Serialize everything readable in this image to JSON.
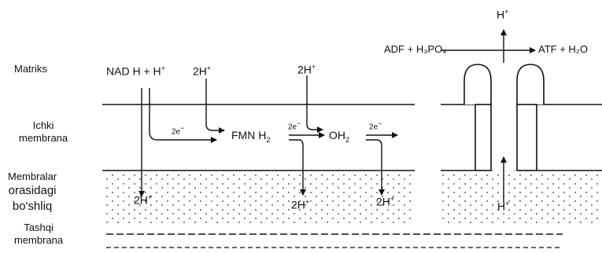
{
  "side_labels": {
    "matrix": "Matriks",
    "inner_membrane": [
      "Ichki",
      "membrana"
    ],
    "intermembrane_space": [
      "Membralar",
      "orasidagi",
      "bo'shliq"
    ],
    "outer_membrane": [
      "Tashqi",
      "membrana"
    ]
  },
  "chain": {
    "nadh": "NAD H + H",
    "nadh_sup": "+",
    "proton_pair": "2H",
    "proton_pair_sup": "+",
    "electron_pair": "2e",
    "electron_pair_sup": "−",
    "fmnh2": "FMN H",
    "fmnh2_sub": "2",
    "qh2": "OH",
    "qh2_sub": "2"
  },
  "atp_synthase": {
    "reactants": "ADF + H₃PO₄",
    "products": "ATF + H₂O",
    "proton": "H",
    "proton_sup": "+"
  },
  "colors": {
    "ink": "#111111",
    "background": "#ffffff"
  }
}
